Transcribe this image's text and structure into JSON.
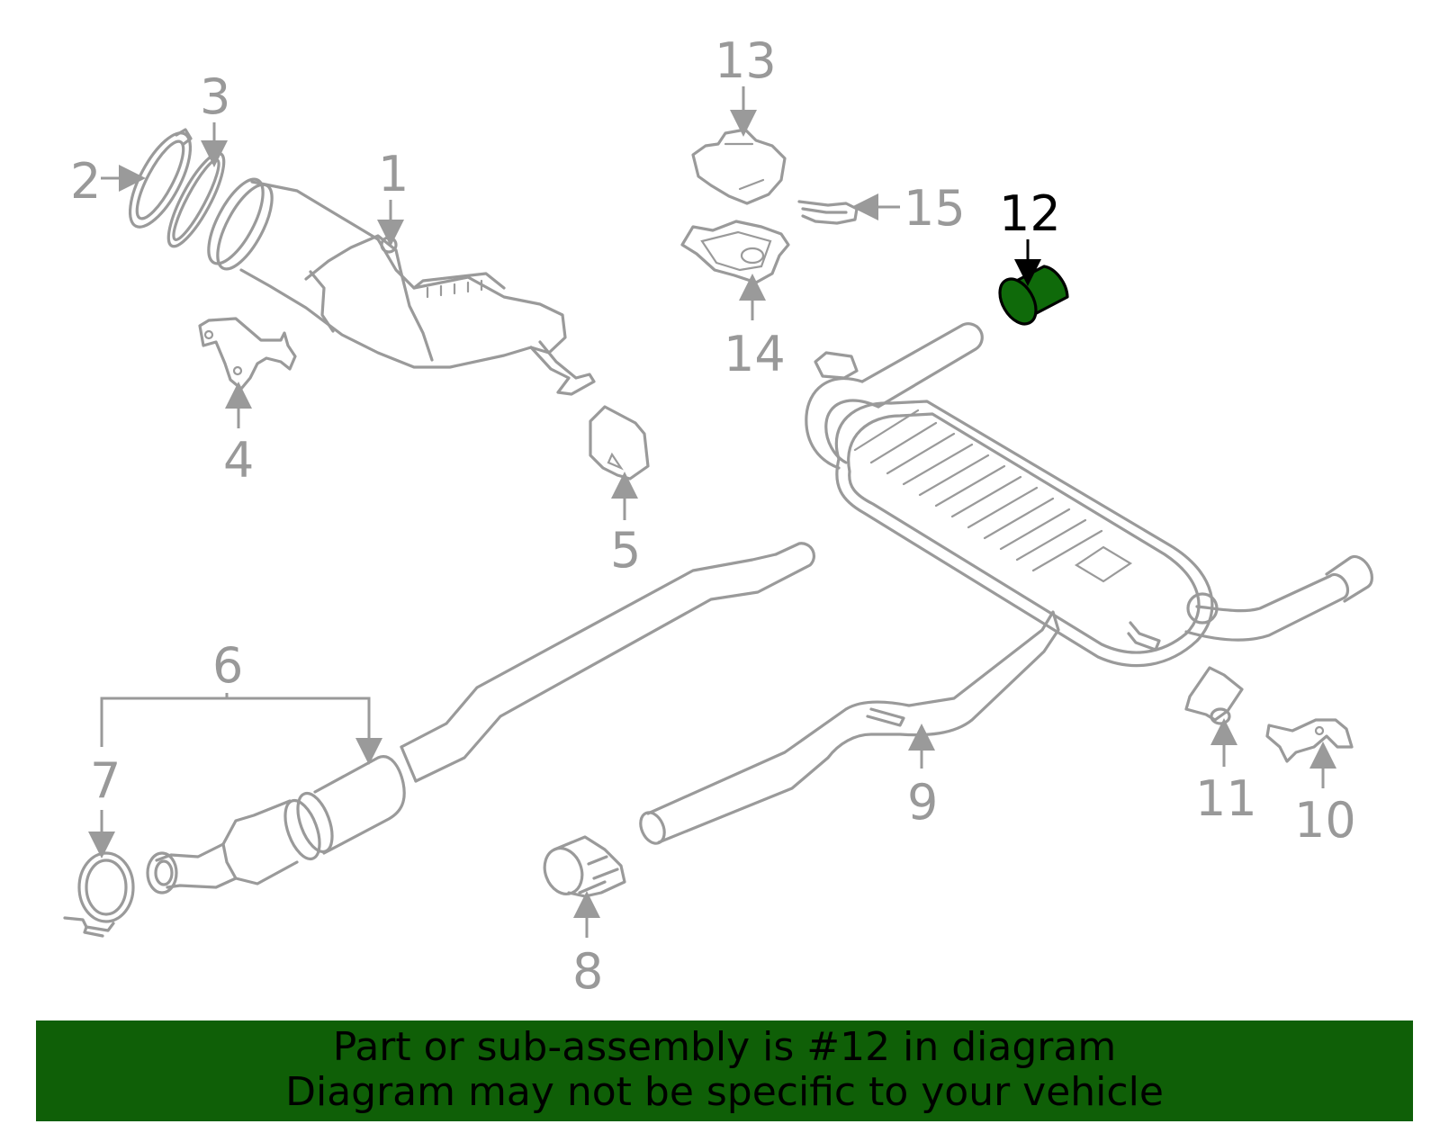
{
  "callouts": [
    {
      "id": "1",
      "label": "1"
    },
    {
      "id": "2",
      "label": "2"
    },
    {
      "id": "3",
      "label": "3"
    },
    {
      "id": "4",
      "label": "4"
    },
    {
      "id": "5",
      "label": "5"
    },
    {
      "id": "6",
      "label": "6"
    },
    {
      "id": "7",
      "label": "7"
    },
    {
      "id": "8",
      "label": "8"
    },
    {
      "id": "9",
      "label": "9"
    },
    {
      "id": "10",
      "label": "10"
    },
    {
      "id": "11",
      "label": "11"
    },
    {
      "id": "12",
      "label": "12"
    },
    {
      "id": "13",
      "label": "13"
    },
    {
      "id": "14",
      "label": "14"
    },
    {
      "id": "15",
      "label": "15"
    }
  ],
  "highlighted_part": "12",
  "colors": {
    "highlight_fill": "#0f6a0a",
    "part_stroke": "#9a9a9a",
    "banner": "#0f5f07",
    "label": "#999999"
  },
  "banner": {
    "line1": "Part or sub-assembly is #12 in diagram",
    "line2": "Diagram may not be specific to your vehicle"
  }
}
